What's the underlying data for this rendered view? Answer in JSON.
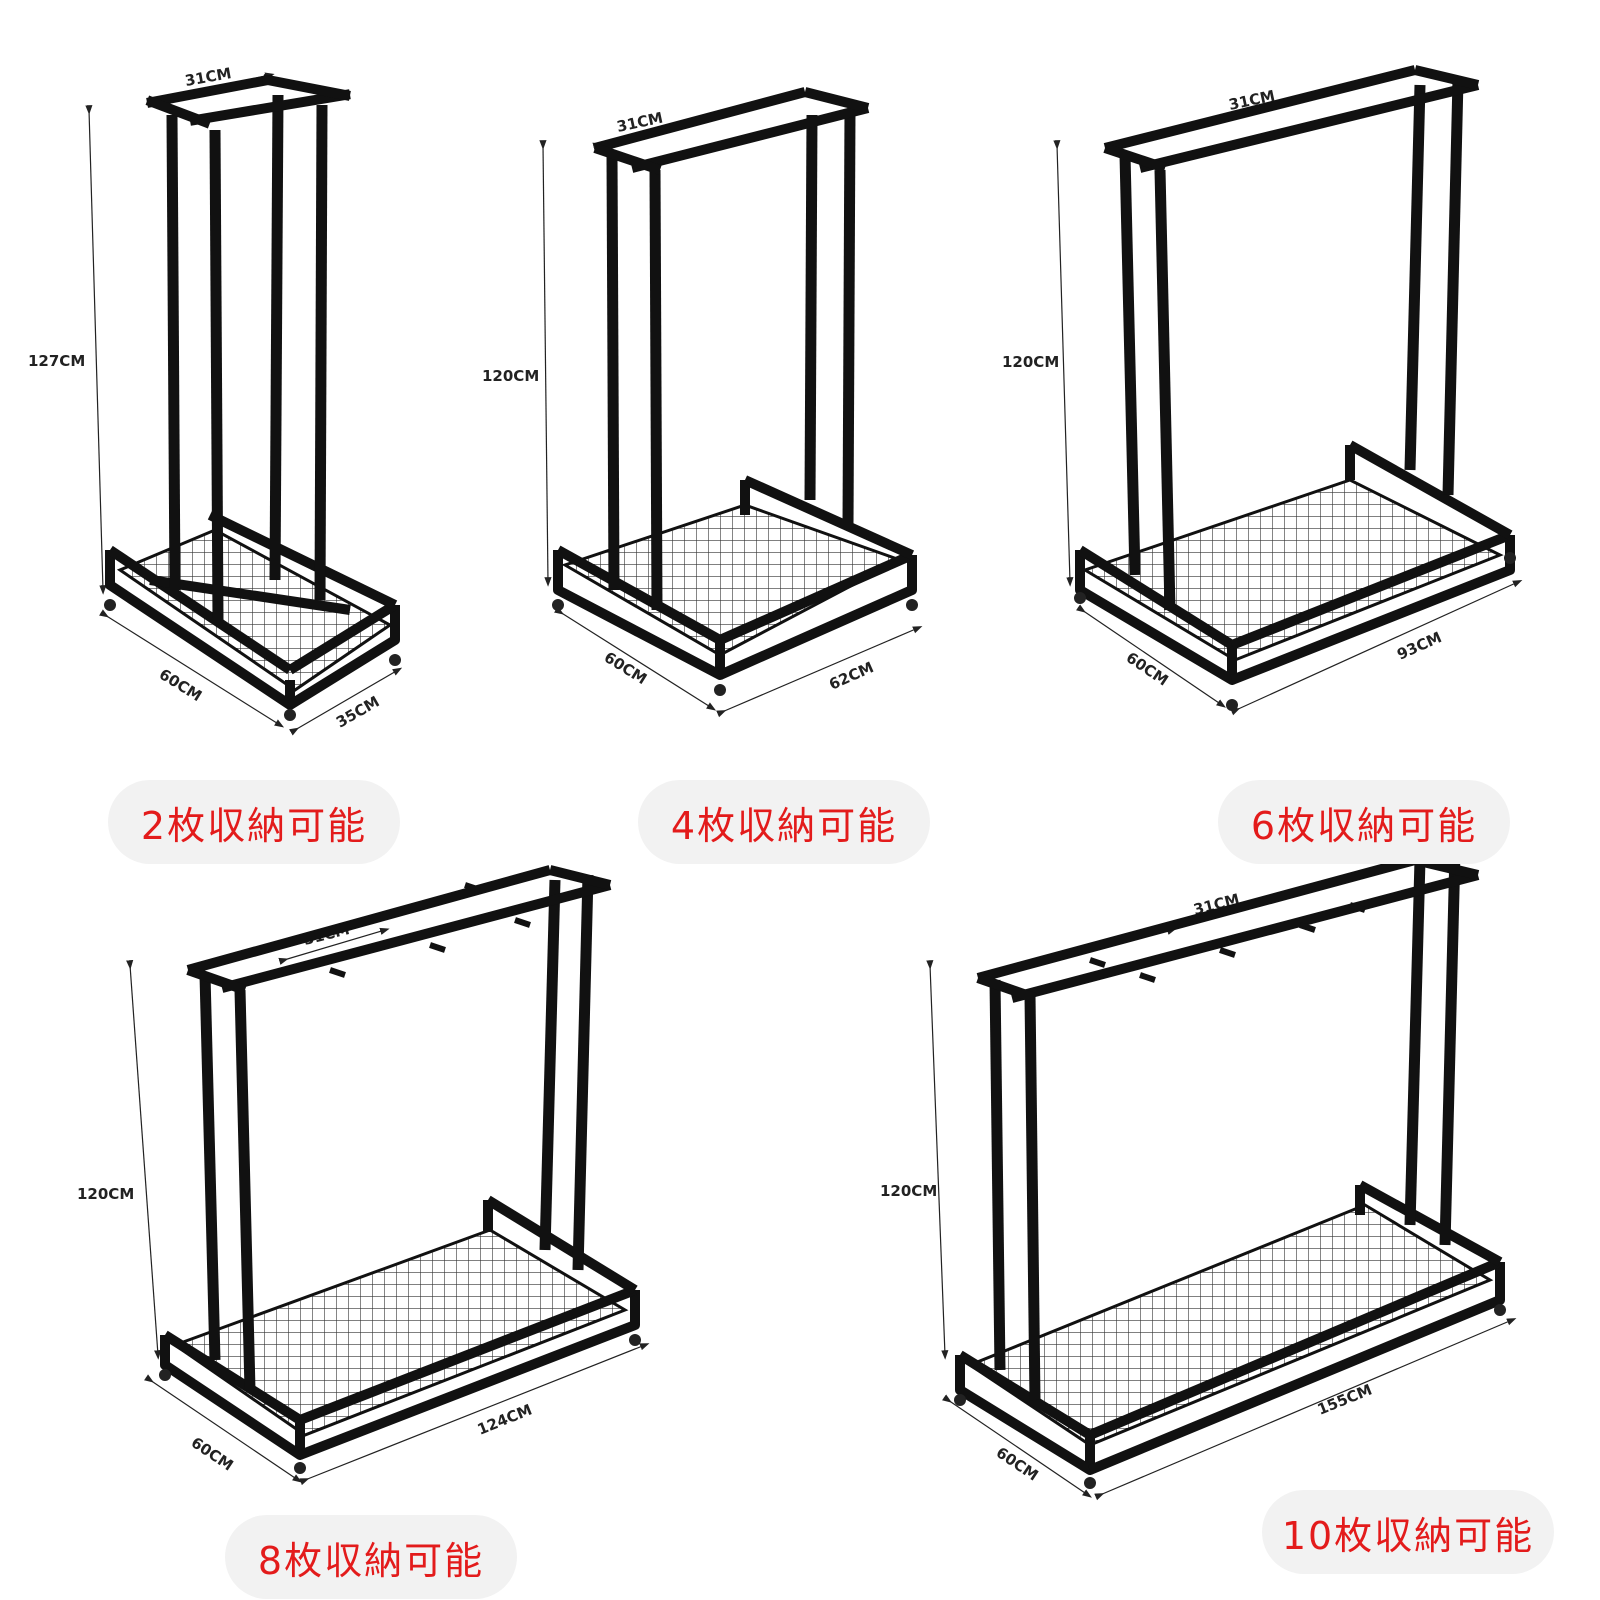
{
  "products": [
    {
      "label": "2枚収納可能",
      "height": "127CM",
      "top_width": "31CM",
      "depth": "60CM",
      "width": "35CM"
    },
    {
      "label": "4枚収納可能",
      "height": "120CM",
      "top_width": "31CM",
      "depth": "60CM",
      "width": "62CM"
    },
    {
      "label": "6枚収納可能",
      "height": "120CM",
      "top_width": "31CM",
      "depth": "60CM",
      "width": "93CM"
    },
    {
      "label": "8枚収納可能",
      "height": "120CM",
      "top_width": "31CM",
      "depth": "60CM",
      "width": "124CM"
    },
    {
      "label": "10枚収納可能",
      "height": "120CM",
      "top_width": "31CM",
      "depth": "60CM",
      "width": "155CM"
    }
  ],
  "colors": {
    "label_text": "#e31b1b",
    "label_bg": "#f2f2f2",
    "frame": "#111111"
  }
}
